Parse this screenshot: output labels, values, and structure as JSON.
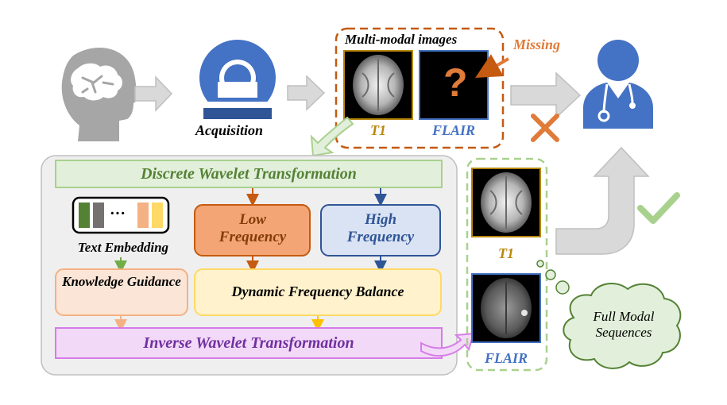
{
  "top_row": {
    "acquisition_label": "Acquisition",
    "multimodal_title": "Multi-modal images",
    "missing_label": "Missing",
    "t1_label": "T1",
    "flair_label": "FLAIR",
    "question_mark": "?"
  },
  "pipeline": {
    "dwt_label": "Discrete Wavelet Transformation",
    "low_freq_label": "Low Frequency",
    "high_freq_label": "High Frequency",
    "text_embedding_label": "Text Embedding",
    "embedding_ellipsis": "···",
    "knowledge_label": "Knowledge Guidance",
    "dfb_label": "Dynamic Frequency Balance",
    "iwt_label": "Inverse Wavelet Transformation"
  },
  "output": {
    "t1_label": "T1",
    "flair_label": "FLAIR",
    "cloud_label": "Full Modal Sequences"
  },
  "colors": {
    "blue": "#4472C4",
    "orange": "#E07B39",
    "green": "#70AD47",
    "gold": "#B8860B",
    "purple": "#7030A0",
    "gray_arrow": "#D9D9D9",
    "panel_bg": "#EFEFEF"
  },
  "icons": [
    "head-brain-icon",
    "mri-scanner-icon",
    "doctor-icon",
    "check-icon",
    "cross-icon",
    "cloud-icon"
  ]
}
